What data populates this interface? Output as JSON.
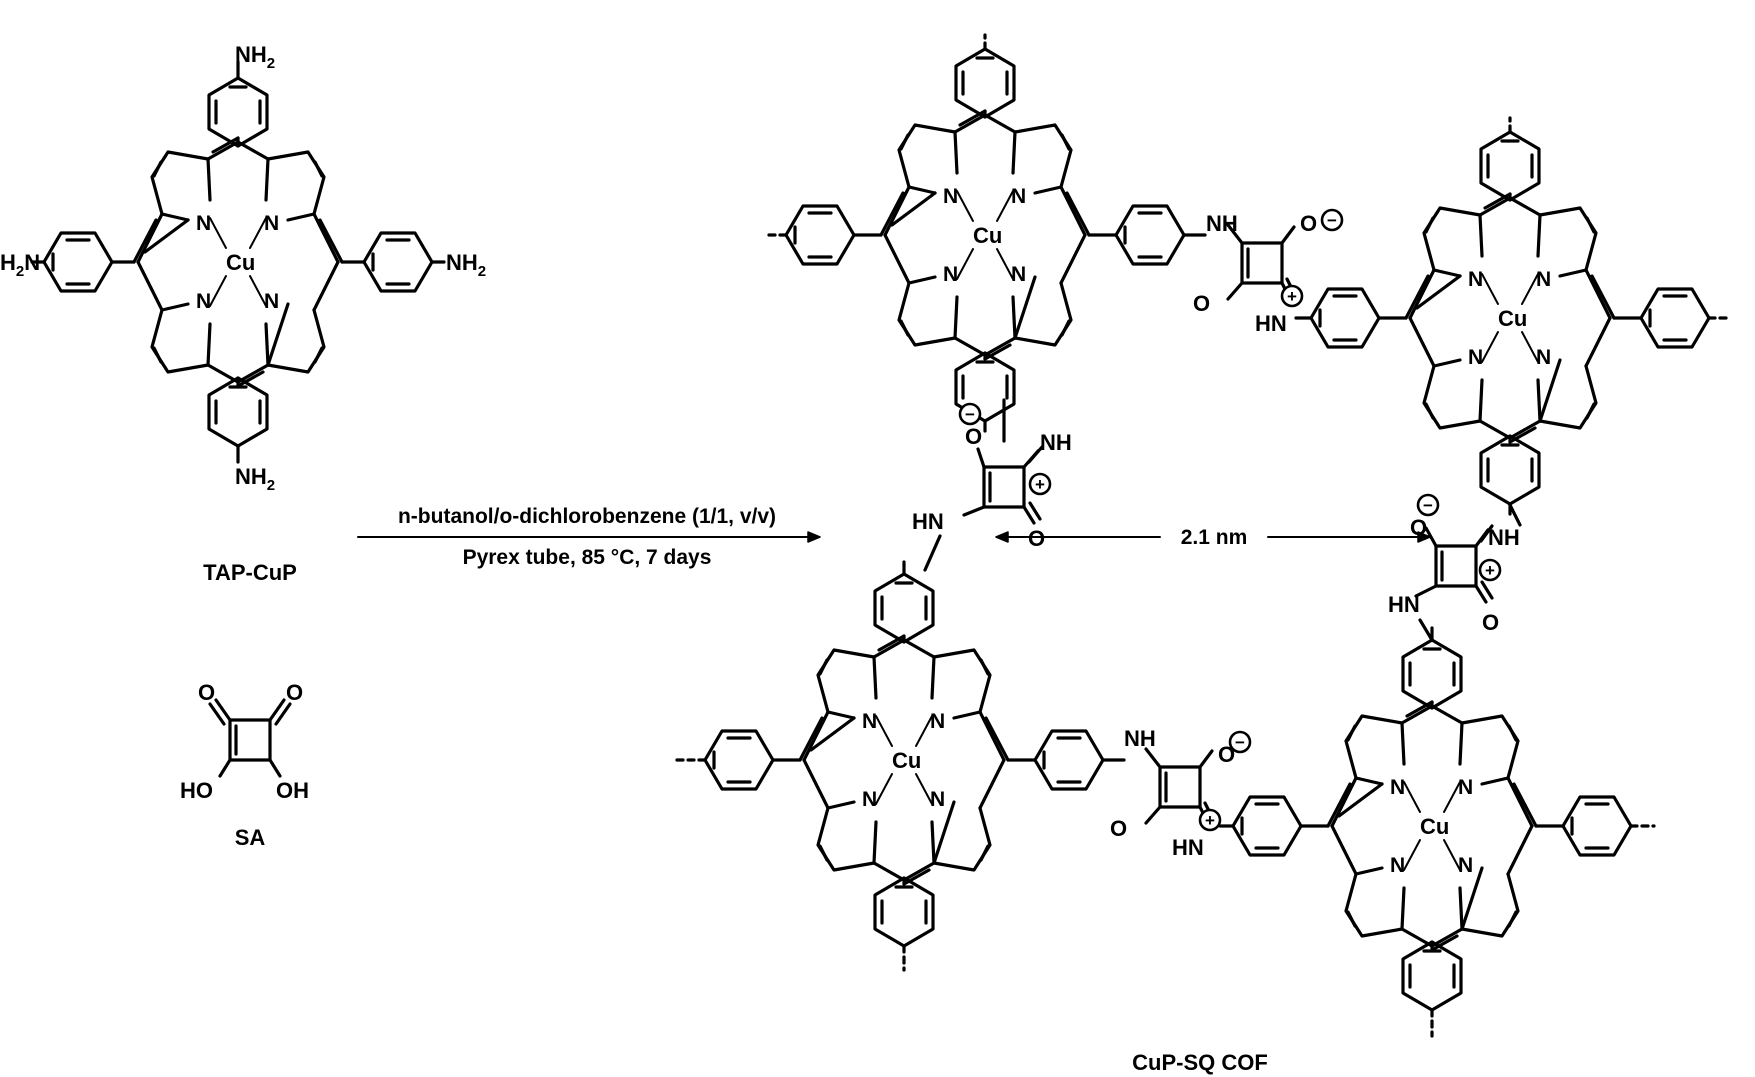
{
  "atoms": {
    "N": "N",
    "Cu": "Cu",
    "NH2": "NH",
    "NH2_sub": "2",
    "H2N": "H",
    "H2N_sub": "2",
    "H2N_tail": "N",
    "NH": "NH",
    "HN": "HN",
    "O": "O",
    "OH": "OH",
    "HO": "HO",
    "plus": "+",
    "minus": "−"
  },
  "reactant1": {
    "label": "TAP-CuP"
  },
  "reactant2": {
    "label": "SA"
  },
  "conditions": {
    "solvent_prefix1": "n",
    "solvent_mid": "-butanol/",
    "solvent_prefix2": "o",
    "solvent_rest": "-dichlorobenzene (1/1, v/v)",
    "line2": "Pyrex tube, 85 °C, 7 days"
  },
  "product": {
    "label": "CuP-SQ COF",
    "distance": "2.1 nm"
  },
  "colors": {
    "ink": "#000000",
    "background": "#ffffff"
  }
}
